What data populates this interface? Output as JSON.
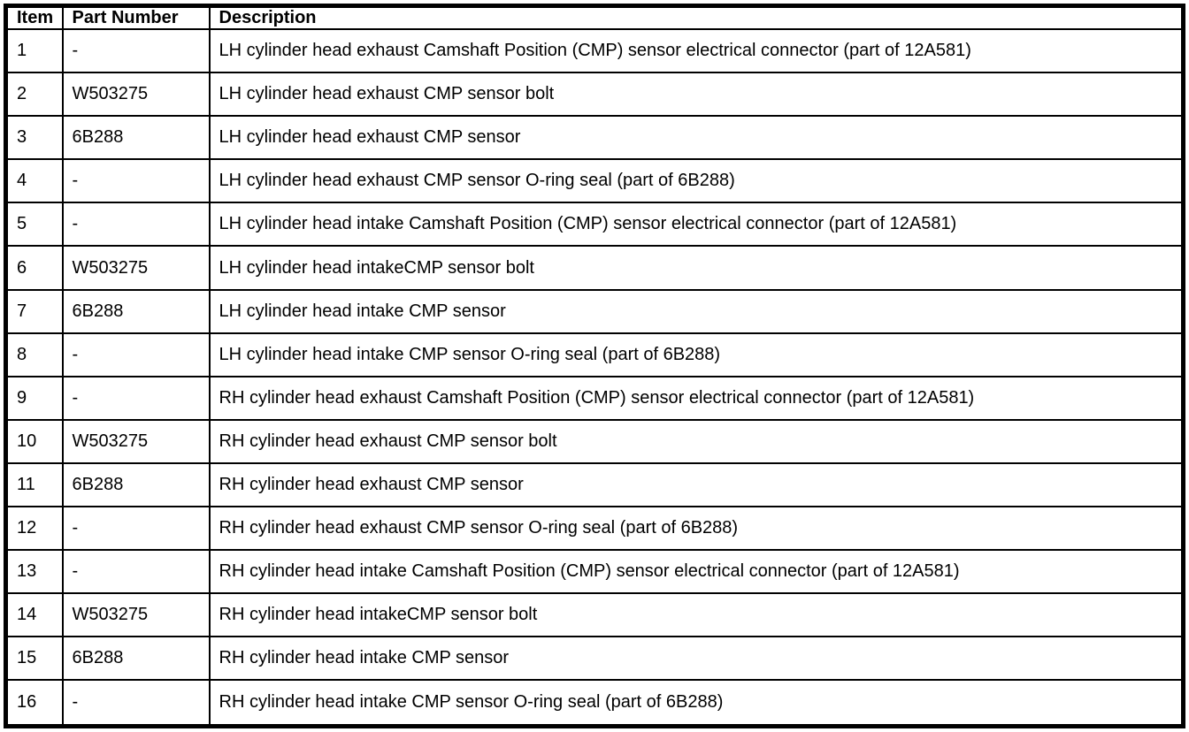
{
  "table": {
    "headers": {
      "item": "Item",
      "part_number": "Part Number",
      "description": "Description"
    },
    "rows": [
      {
        "item": "1",
        "part_number": "-",
        "description": "LH cylinder head exhaust Camshaft Position (CMP) sensor electrical connector (part of 12A581)"
      },
      {
        "item": "2",
        "part_number": "W503275",
        "description": "LH cylinder head exhaust CMP sensor bolt"
      },
      {
        "item": "3",
        "part_number": "6B288",
        "description": "LH cylinder head exhaust CMP sensor"
      },
      {
        "item": "4",
        "part_number": "-",
        "description": "LH cylinder head exhaust CMP sensor O-ring seal (part of 6B288)"
      },
      {
        "item": "5",
        "part_number": "-",
        "description": "LH cylinder head intake Camshaft Position (CMP) sensor electrical connector (part of 12A581)"
      },
      {
        "item": "6",
        "part_number": "W503275",
        "description": "LH cylinder head intakeCMP sensor bolt"
      },
      {
        "item": "7",
        "part_number": "6B288",
        "description": "LH cylinder head intake CMP sensor"
      },
      {
        "item": "8",
        "part_number": "-",
        "description": "LH cylinder head intake CMP sensor O-ring seal (part of 6B288)"
      },
      {
        "item": "9",
        "part_number": "-",
        "description": "RH cylinder head exhaust Camshaft Position (CMP) sensor electrical connector (part of 12A581)"
      },
      {
        "item": "10",
        "part_number": "W503275",
        "description": "RH cylinder head exhaust CMP sensor bolt"
      },
      {
        "item": "11",
        "part_number": "6B288",
        "description": "RH cylinder head exhaust CMP sensor"
      },
      {
        "item": "12",
        "part_number": "-",
        "description": "RH cylinder head exhaust CMP sensor O-ring seal (part of 6B288)"
      },
      {
        "item": "13",
        "part_number": "-",
        "description": "RH cylinder head intake Camshaft Position (CMP) sensor electrical connector (part of 12A581)"
      },
      {
        "item": "14",
        "part_number": "W503275",
        "description": "RH cylinder head intakeCMP sensor bolt"
      },
      {
        "item": "15",
        "part_number": "6B288",
        "description": "RH cylinder head intake CMP sensor"
      },
      {
        "item": "16",
        "part_number": "-",
        "description": "RH cylinder head intake CMP sensor O-ring seal (part of 6B288)"
      }
    ]
  },
  "colors": {
    "border": "#000000",
    "text": "#000000",
    "background": "#ffffff"
  }
}
